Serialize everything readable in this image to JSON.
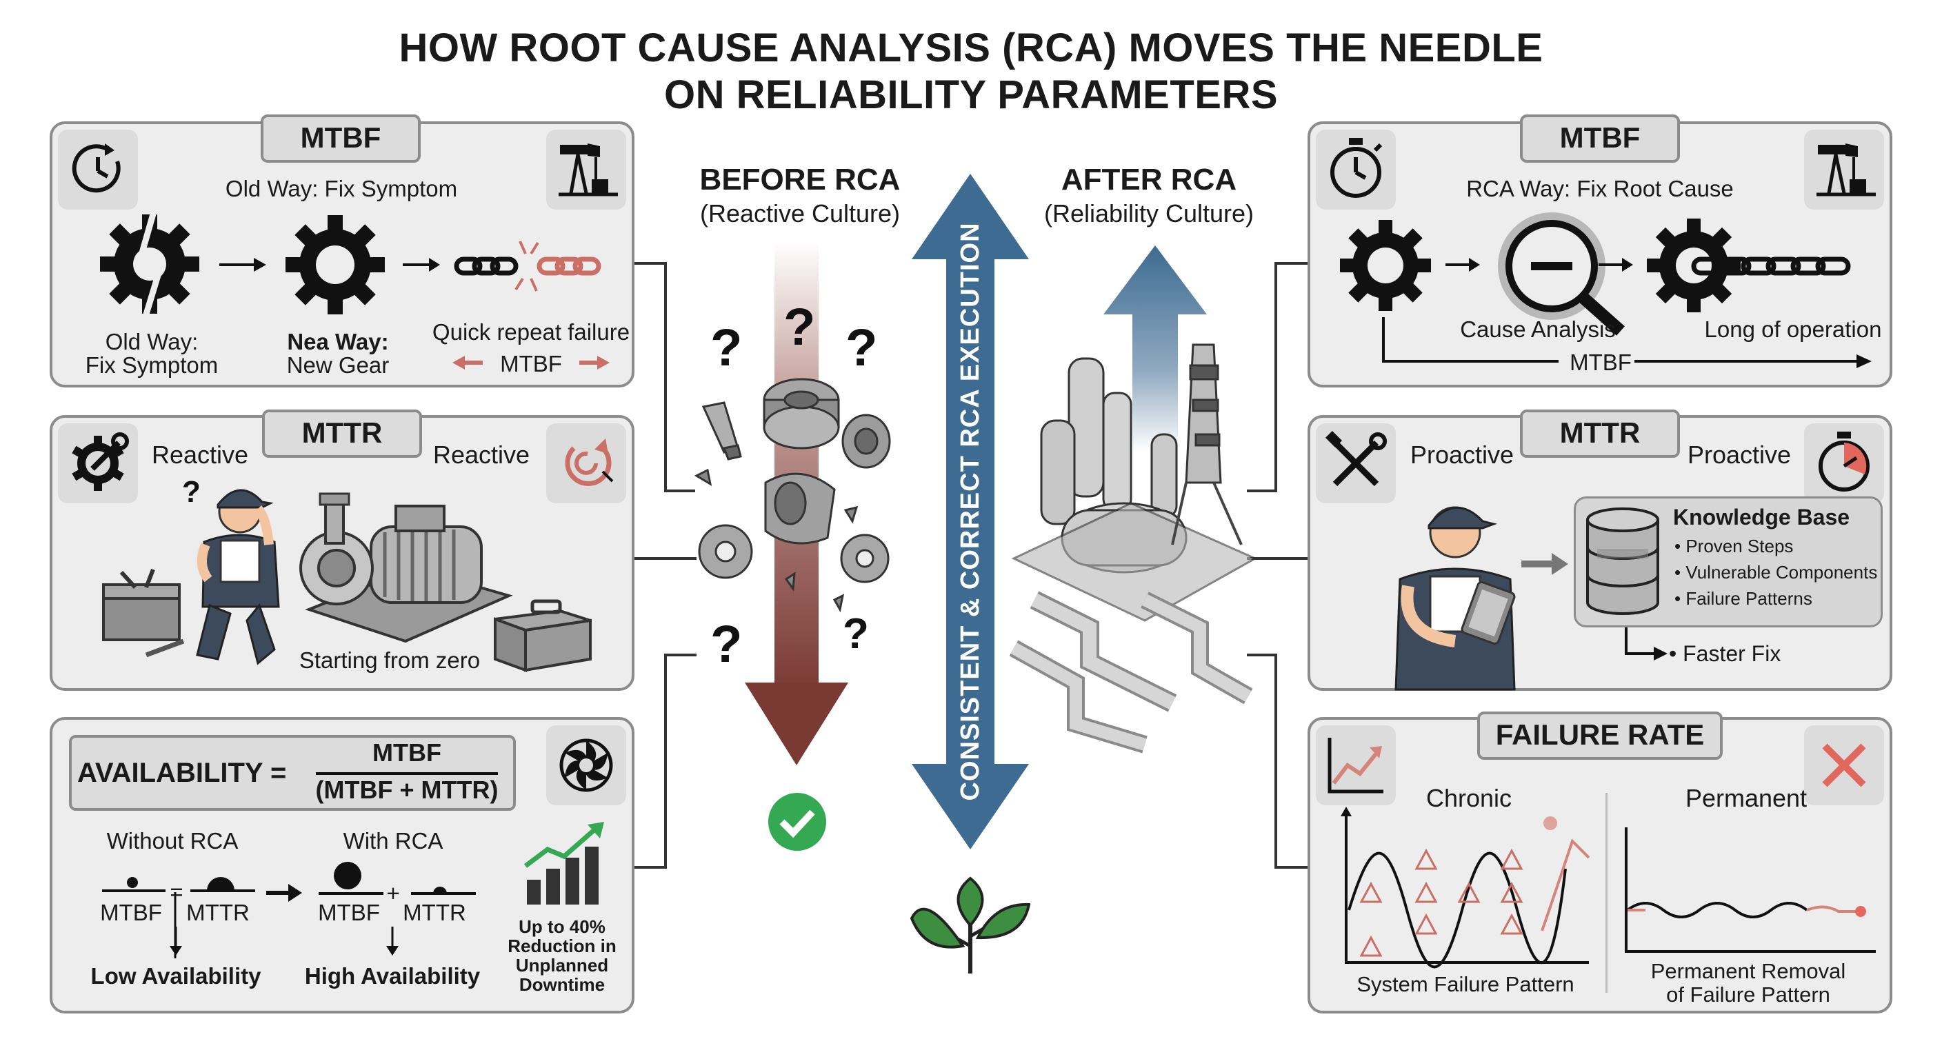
{
  "title": {
    "line1": "HOW ROOT CAUSE ANALYSIS (RCA) MOVES THE NEEDLE",
    "line2": "ON RELIABILITY PARAMETERS"
  },
  "before": {
    "heading": "BEFORE RCA",
    "sub": "(Reactive Culture)"
  },
  "after": {
    "heading": "AFTER RCA",
    "sub": "(Reliability Culture)"
  },
  "center_arrow_label": "CONSISTENT & CORRECT RCA EXECUTION",
  "mtbf_left": {
    "tab": "MTBF",
    "subtitle": "Old Way: Fix Symptom",
    "old_way_1": "Old Way:",
    "old_way_2": "Fix Symptom",
    "nea_way_1": "Nea Way:",
    "nea_way_2": "New Gear",
    "quick_repeat": "Quick repeat failure",
    "mtbf_arrow": "MTBF"
  },
  "mttr_left": {
    "tab": "MTTR",
    "reactive_1": "Reactive",
    "reactive_2": "Reactive",
    "starting": "Starting from zero"
  },
  "availability": {
    "label": "AVAILABILITY =",
    "numerator": "MTBF",
    "denominator": "(MTBF + MTTR)",
    "without": "Without RCA",
    "with": "With RCA",
    "mtbf": "MTBF",
    "mttr": "MTTR",
    "eq": "=",
    "plus": "+",
    "low": "Low Availability",
    "high": "High Availability",
    "reduction": [
      "Up to 40%",
      "Reduction in",
      "Unplanned",
      "Downtime"
    ]
  },
  "mtbf_right": {
    "tab": "MTBF",
    "subtitle": "RCA Way: Fix Root Cause",
    "cause": "Cause Analysis",
    "long": "Long of operation",
    "mtbf_arrow": "MTBF"
  },
  "mttr_right": {
    "tab": "MTTR",
    "proactive_1": "Proactive",
    "proactive_2": "Proactive",
    "kb_title": "Knowledge Base",
    "kb_items": [
      "• Proven Steps",
      "• Vulnerable Components",
      "• Failure Patterns"
    ],
    "faster": "• Faster Fix"
  },
  "failure_rate": {
    "tab": "FAILURE RATE",
    "chronic": "Chronic",
    "permanent": "Permanent",
    "system": "System Failure Pattern",
    "perm_1": "Permanent Removal",
    "perm_2": "of Failure Pattern"
  },
  "question_mark": "?",
  "colors": {
    "blue_arrow": "#3d6b91",
    "red_arrow": "#7a3a34",
    "panel_bg": "#ededed",
    "panel_border": "#8c8c8c",
    "tab_bg": "#dcdcdc",
    "salmon": "#d48478",
    "green_check": "#34a853",
    "leaf_green": "#3e8e41",
    "red_x": "#e2675c"
  }
}
